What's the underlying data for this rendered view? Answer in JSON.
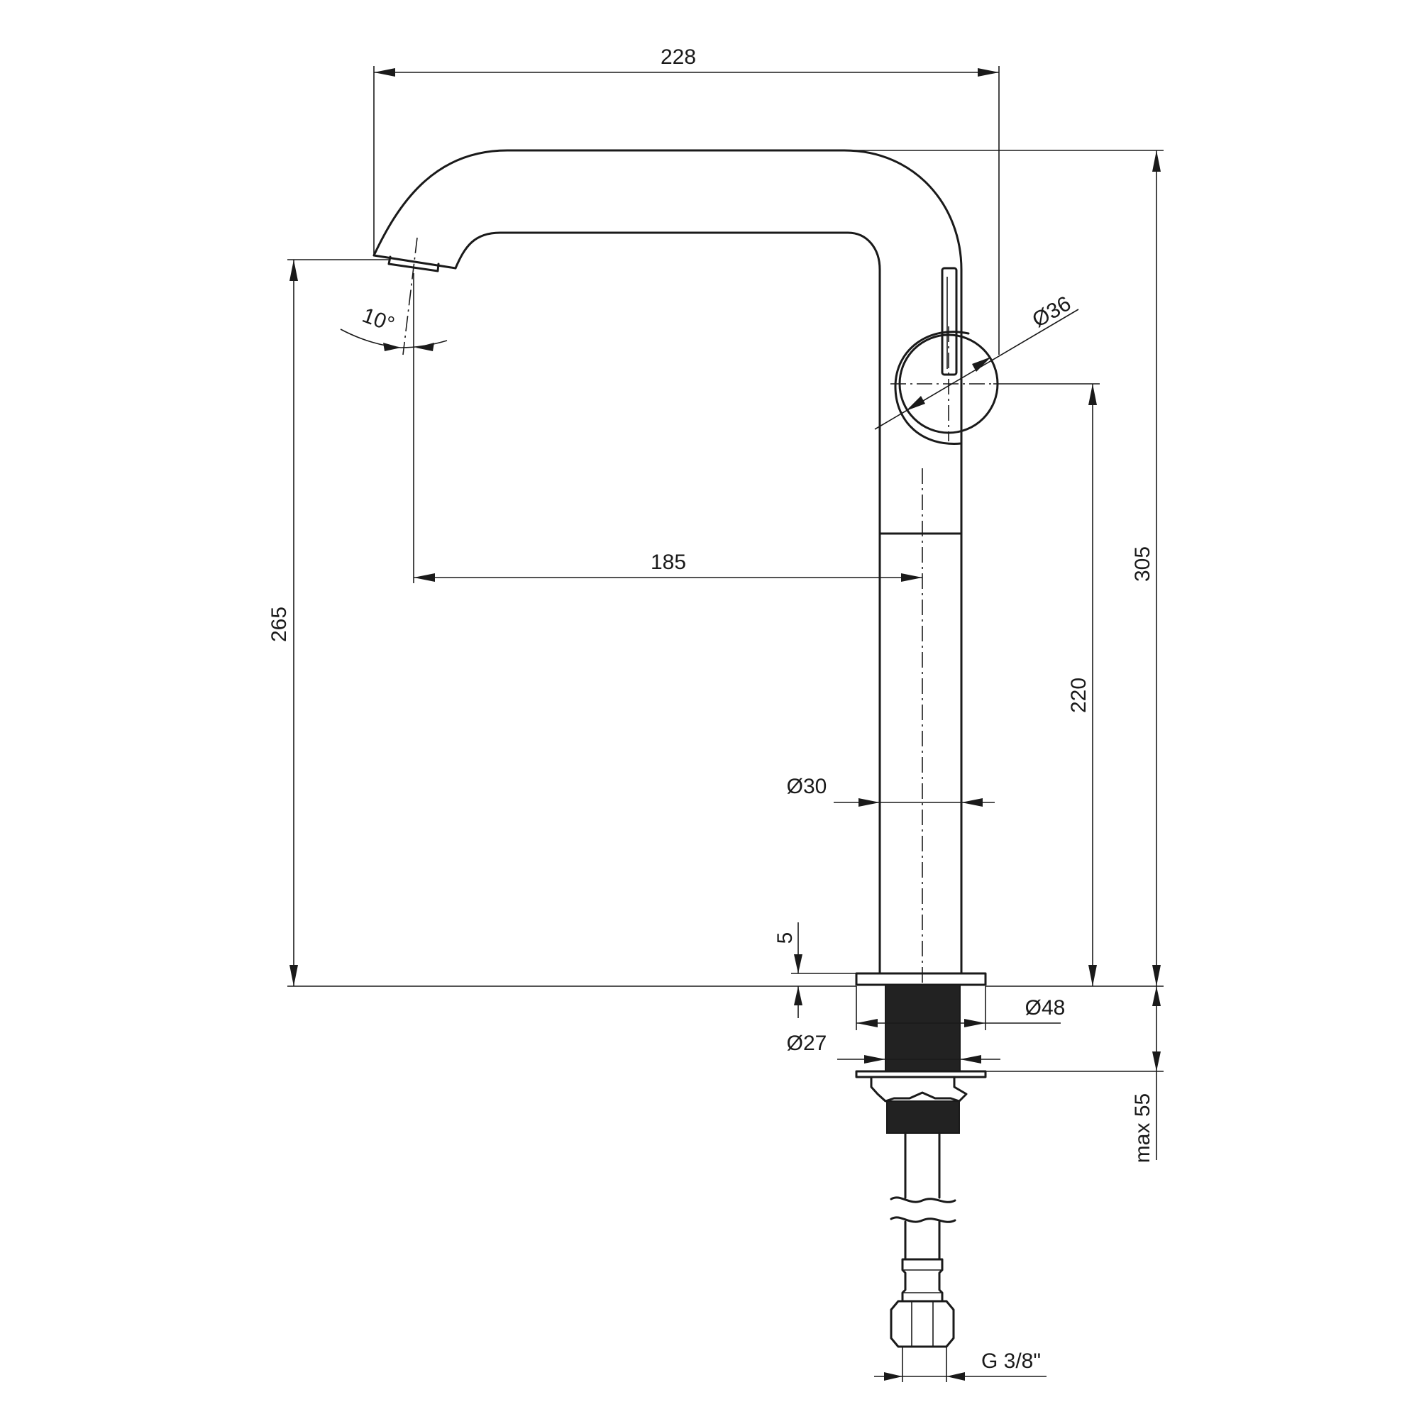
{
  "dimensions": {
    "overall_reach": "228",
    "overall_height": "305",
    "spout_height": "265",
    "spout_reach": "185",
    "lever_height": "220",
    "handle_diameter": "Ø36",
    "body_diameter": "Ø30",
    "base_thickness": "5",
    "base_diameter": "Ø48",
    "shank_diameter": "Ø27",
    "max_deck_thickness": "max 55",
    "spout_angle": "10°",
    "connection_thread": "G 3/8\""
  },
  "colors": {
    "line": "#1a1a1a",
    "thread_fill": "#222222",
    "background": "#ffffff"
  }
}
